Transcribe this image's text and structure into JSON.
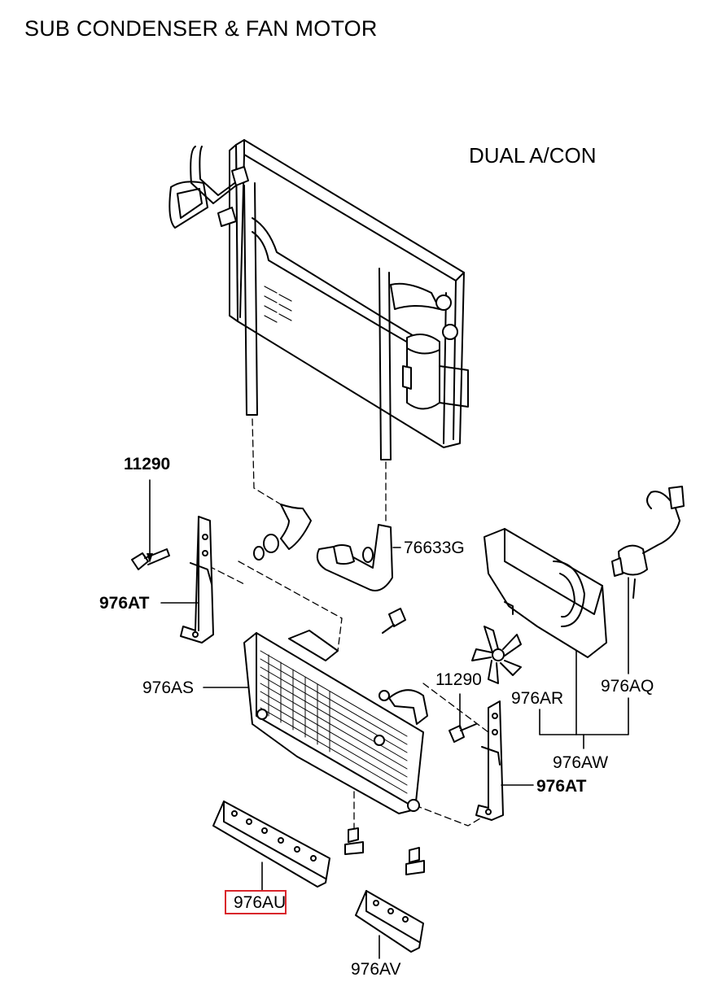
{
  "diagram": {
    "title": "SUB CONDENSER & FAN MOTOR",
    "subtitle": "DUAL A/CON",
    "highlight_color": "#d9252b",
    "highlighted_part": "976AU",
    "labels": {
      "bolt_upper_left": "11290",
      "bracket_left": "976AT",
      "hose_fitting": "76633G",
      "condenser": "976AS",
      "bolt_lower_right": "11290",
      "shroud": "976AR",
      "fan_motor": "976AQ",
      "fan_assembly": "976AW",
      "bracket_right": "976AT",
      "lower_bracket_long": "976AU",
      "lower_bracket_short": "976AV"
    }
  }
}
